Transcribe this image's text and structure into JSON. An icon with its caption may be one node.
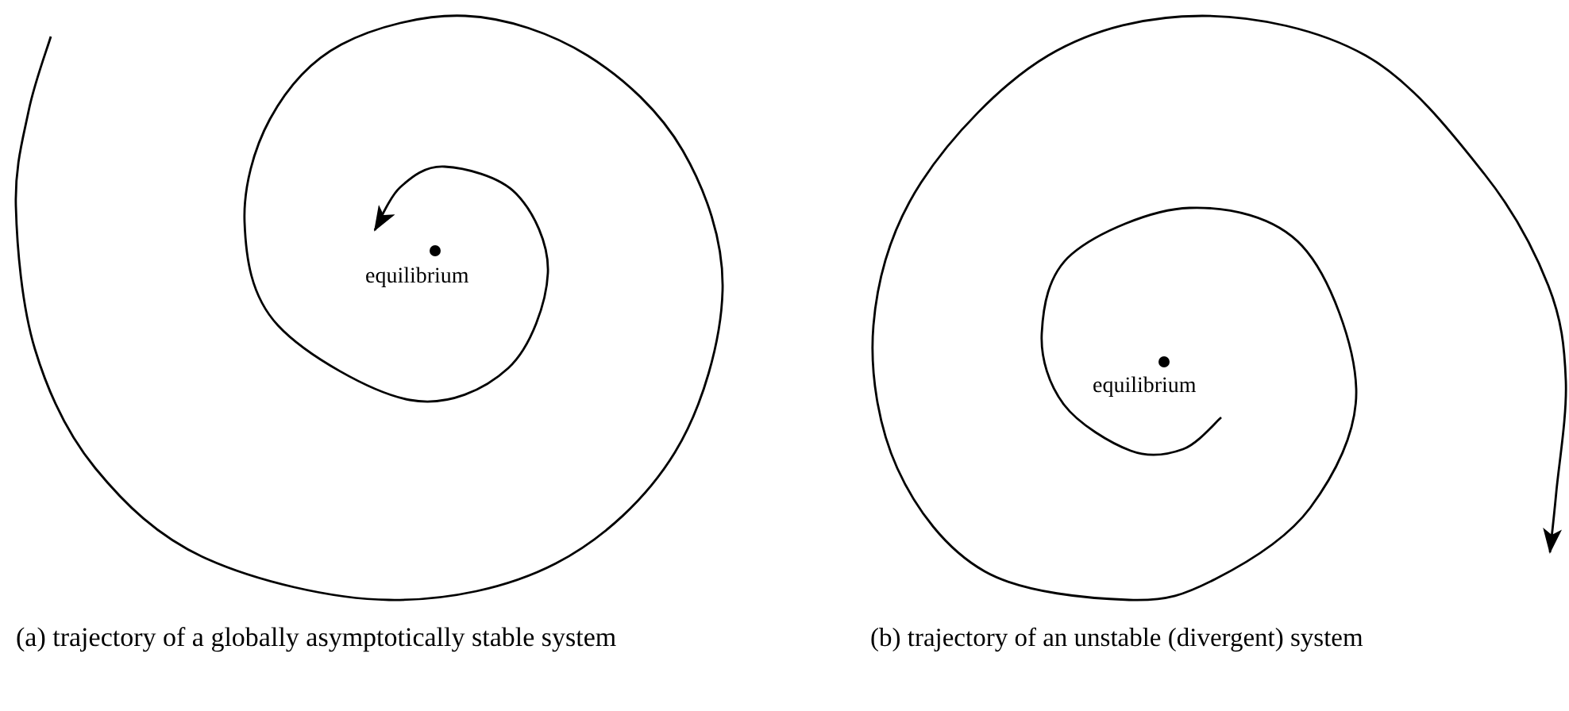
{
  "diagram": {
    "labels": [
      "equilibrium",
      "(a) trajectory of a globally asymptotically stable system",
      "equilibrium",
      "(b) trajectory of an unstable (divergent) system"
    ]
  }
}
